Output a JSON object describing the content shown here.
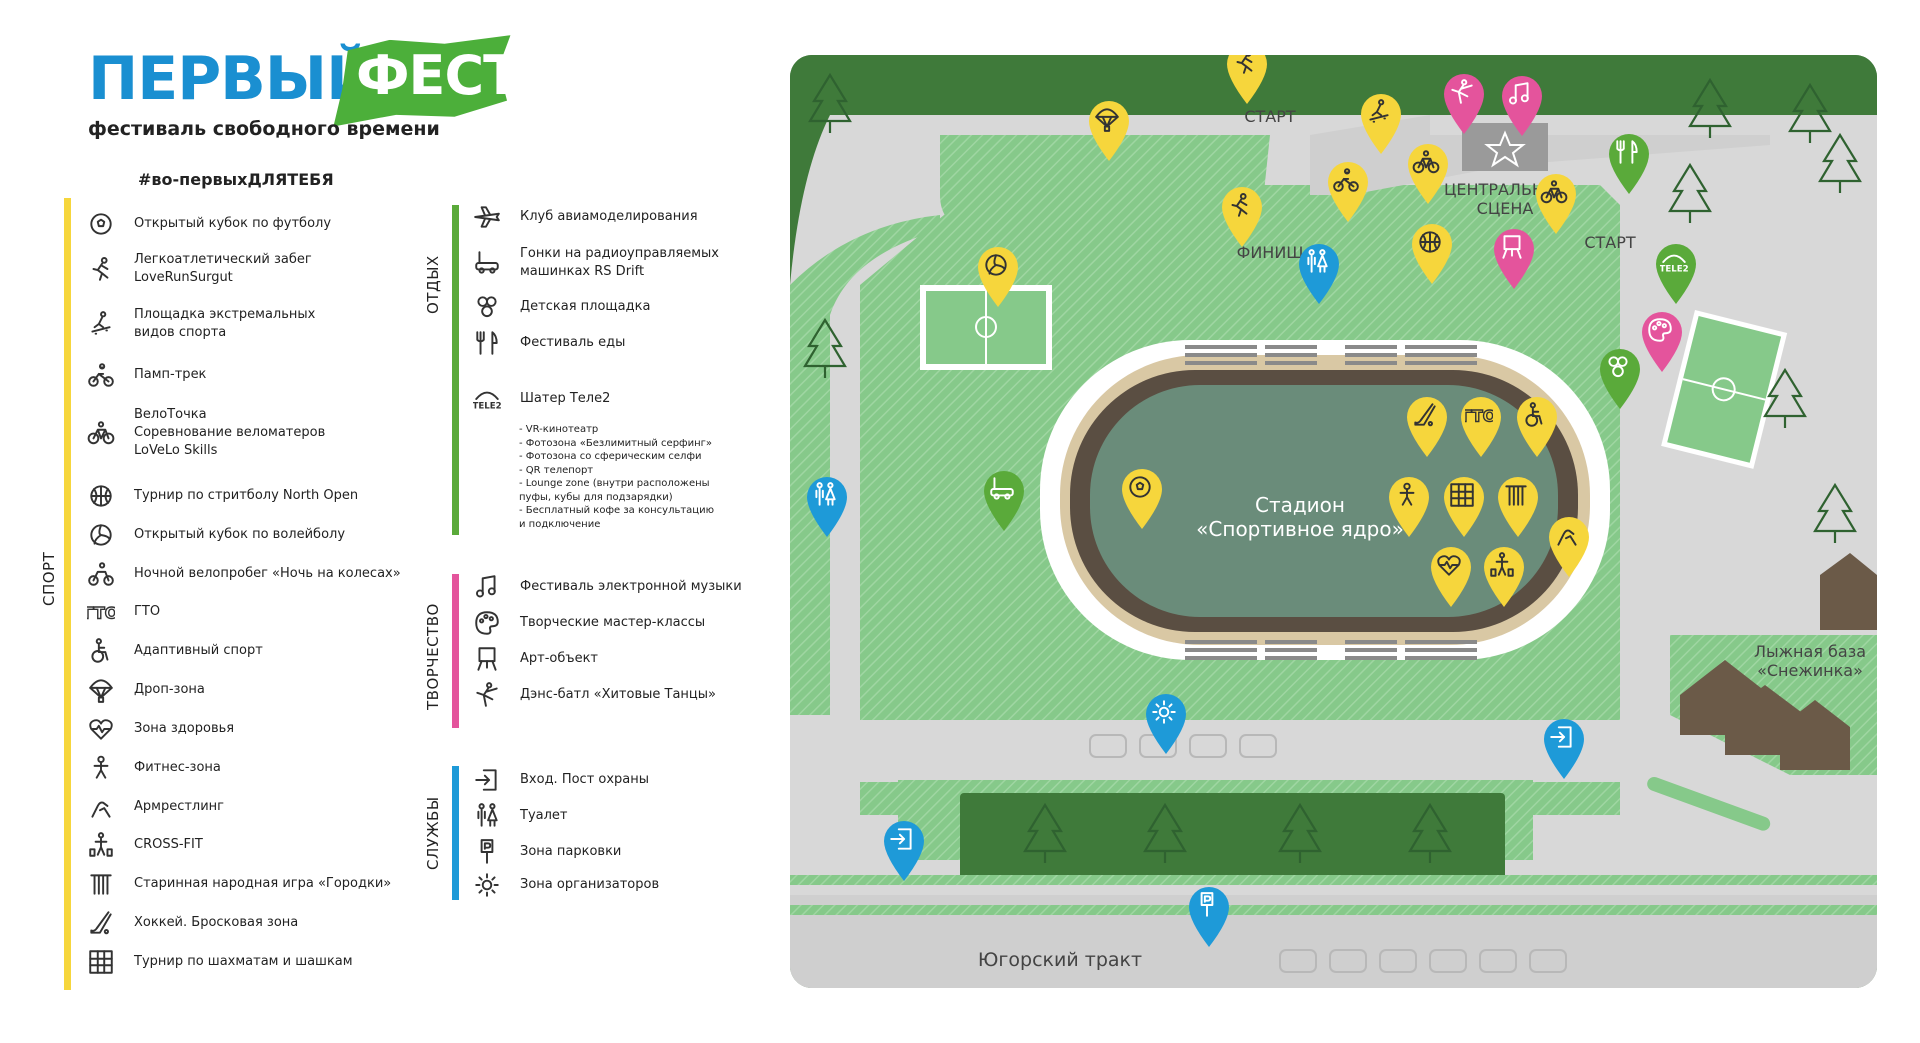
{
  "colors": {
    "sport": "#f6d63c",
    "rest": "#5aaa3a",
    "creative": "#e4549c",
    "services": "#1e9ad8",
    "grass": "#86c98a",
    "forest": "#3f7a3a",
    "road": "#d8d8d8",
    "track": "#5a4e42",
    "field": "#6a8c7a"
  },
  "logo": {
    "first": "ПЕРВЫЙ",
    "fest": "ФЕСТ",
    "subtitle": "фестиваль свободного времени"
  },
  "hashtag": "#во-первыхДЛЯТЕБЯ",
  "categories": {
    "sport": "СПОРТ",
    "rest": "ОТДЫХ",
    "creative": "ТВОРЧЕСТВО",
    "services": "СЛУЖБЫ"
  },
  "sport_items": [
    {
      "icon": "football-icon",
      "label": "Открытый кубок по футболу"
    },
    {
      "icon": "runner-icon",
      "label": "Легкоатлетический забег\nLoveRunSurgut"
    },
    {
      "icon": "skateboard-icon",
      "label": "Площадка экстремальных\nвидов спорта"
    },
    {
      "icon": "bmx-icon",
      "label": "Памп-трек"
    },
    {
      "icon": "bicycle-icon",
      "label": "ВелоТочка\nСоревнование веломатеров\nLoVeLo Skills"
    },
    {
      "icon": "basketball-icon",
      "label": "Турнир по стритболу North Open"
    },
    {
      "icon": "volleyball-icon",
      "label": "Открытый кубок по волейболу"
    },
    {
      "icon": "night-bike-icon",
      "label": "Ночной велопробег «Ночь на колесах»"
    },
    {
      "icon": "gto-icon",
      "label": "ГТО"
    },
    {
      "icon": "wheelchair-icon",
      "label": "Адаптивный спорт"
    },
    {
      "icon": "parachute-icon",
      "label": "Дроп-зона"
    },
    {
      "icon": "heart-icon",
      "label": "Зона здоровья"
    },
    {
      "icon": "fitness-icon",
      "label": "Фитнес-зона"
    },
    {
      "icon": "armwrestling-icon",
      "label": "Армрестлинг"
    },
    {
      "icon": "crossfit-icon",
      "label": "CROSS-FIT"
    },
    {
      "icon": "gorodki-icon",
      "label": "Старинная народная игра «Городки»"
    },
    {
      "icon": "hockey-icon",
      "label": "Хоккей. Бросковая зона"
    },
    {
      "icon": "chess-icon",
      "label": "Турнир по шахматам и шашкам"
    }
  ],
  "rest_items": [
    {
      "icon": "airplane-icon",
      "label": "Клуб авиамоделирования"
    },
    {
      "icon": "rc-car-icon",
      "label": "Гонки на радиоуправляемых\nмашинках RS Drift"
    },
    {
      "icon": "kids-icon",
      "label": "Детская площадка"
    },
    {
      "icon": "food-icon",
      "label": "Фестиваль еды"
    },
    {
      "icon": "tele2-icon",
      "label": "Шатер Теле2"
    }
  ],
  "tele2_logo": "TELE2",
  "tele2_notes": "- VR-кинотеатр\n- Фотозона «Безлимитный серфинг»\n- Фотозона со сферическим селфи\n- QR телепорт\n- Lounge zone (внутри расположены\n  пуфы, кубы для подзарядки)\n- Бесплатный кофе за консультацию\n  и подключение",
  "creative_items": [
    {
      "icon": "music-icon",
      "label": "Фестиваль электронной музыки"
    },
    {
      "icon": "palette-icon",
      "label": "Творческие мастер-классы"
    },
    {
      "icon": "easel-icon",
      "label": "Арт-объект"
    },
    {
      "icon": "dance-icon",
      "label": "Дэнс-батл «Хитовые Танцы»"
    }
  ],
  "services_items": [
    {
      "icon": "entrance-icon",
      "label": "Вход. Пост охраны"
    },
    {
      "icon": "toilet-icon",
      "label": "Туалет"
    },
    {
      "icon": "parking-icon",
      "label": "Зона парковки"
    },
    {
      "icon": "gear-icon",
      "label": "Зона организаторов"
    }
  ],
  "map": {
    "start_top": "СТАРТ",
    "start_right": "СТАРТ",
    "finish": "ФИНИШ",
    "central_stage": "ЦЕНТРАЛЬНАЯ\nСЦЕНА",
    "stadium": "Стадион\n«Спортивное ядро»",
    "ski_base": "Лыжная база\n«Снежинка»",
    "road": "Югорский тракт"
  }
}
